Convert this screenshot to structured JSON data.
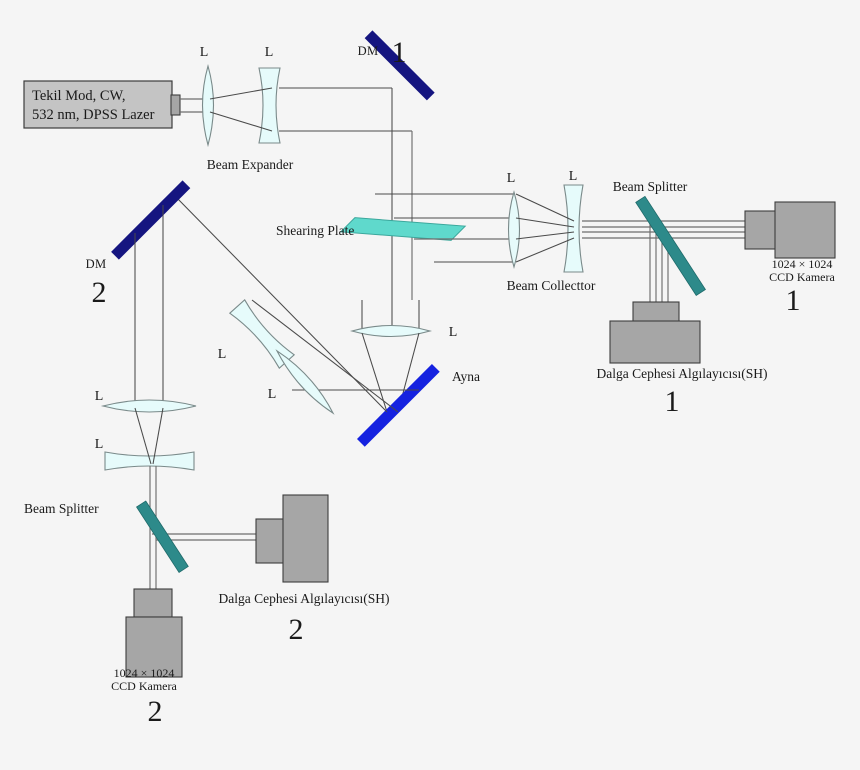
{
  "figure": {
    "title": "Optical wavefront measurement setup",
    "background_color": "#f5f5f5"
  },
  "colors": {
    "dichroic_mirror": "#151580",
    "plain_mirror": "#1522e0",
    "beam_splitter": "#2d8a8a",
    "shearing_plate": "#5fd9cc",
    "lens_glass": "#e6fbfb",
    "device_gray": "#a6a6a6",
    "laser_box": "#c4c4c4",
    "beam_line": "#6e6e6e"
  },
  "source": {
    "laser_label_line1": "Tekil Mod, CW,",
    "laser_label_line2": "532 nm, DPSS Lazer"
  },
  "components": {
    "beam_expander": {
      "caption": "Beam Expander",
      "lens1_label": "L",
      "lens2_label": "L"
    },
    "beam_collector": {
      "caption": "Beam Collecttor",
      "lens1_label": "L",
      "lens2_label": "L"
    },
    "shearing_plate": {
      "label": "Shearing Plate"
    },
    "dichroic_mirror_1": {
      "label": "DM",
      "index": "1"
    },
    "dichroic_mirror_2": {
      "label": "DM",
      "index": "2"
    },
    "mirror": {
      "label": "Ayna"
    },
    "beam_splitter_1": {
      "label": "Beam Splitter"
    },
    "beam_splitter_2": {
      "label": "Beam Splitter"
    },
    "relay_lens_top": {
      "label": "L"
    },
    "relay_lens_mid_a": {
      "label": "L"
    },
    "relay_lens_mid_b": {
      "label": "L"
    },
    "relay_lens_left_a": {
      "label": "L"
    },
    "relay_lens_left_b": {
      "label": "L"
    }
  },
  "detectors": {
    "ccd_camera_1": {
      "resolution": "1024 × 1024",
      "name": "CCD Kamera",
      "index": "1"
    },
    "ccd_camera_2": {
      "resolution": "1024 × 1024",
      "name": "CCD Kamera",
      "index": "2"
    },
    "wavefront_sensor_1": {
      "name": "Dalga Cephesi Algılayıcısı(SH)",
      "index": "1"
    },
    "wavefront_sensor_2": {
      "name": "Dalga Cephesi Algılayıcısı(SH)",
      "index": "2"
    }
  }
}
